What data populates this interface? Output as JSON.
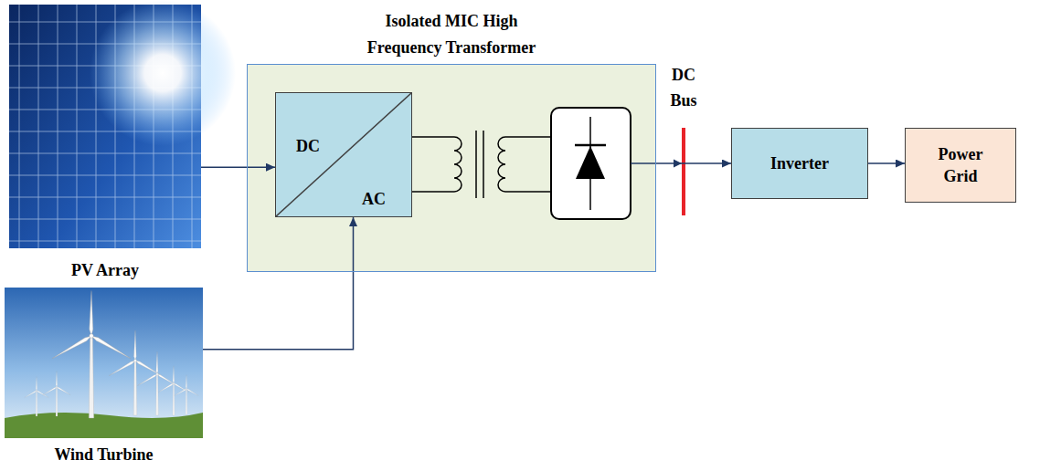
{
  "diagram": {
    "nodes": [
      {
        "text": [
          "PV Array"
        ]
      },
      {
        "text": [
          "Isolated MIC High Frequency Transformer"
        ]
      },
      {
        "text": [
          "DC",
          "AC"
        ],
        "in": 1
      },
      {
        "text": [
          "Inverter"
        ]
      },
      {
        "text": [
          "Power Grid"
        ]
      },
      {
        "text": [
          "Wind Turbine"
        ]
      }
    ],
    "edges": [
      {
        "from": 0,
        "to": 2,
        "arrow": "to"
      },
      {
        "from": 5,
        "to": 2,
        "arrow": "to"
      },
      {
        "from": 1,
        "to": 3,
        "arrow": "to"
      },
      {
        "from": 3,
        "to": 4,
        "arrow": "to"
      }
    ],
    "labels": [
      "DC Bus"
    ]
  }
}
